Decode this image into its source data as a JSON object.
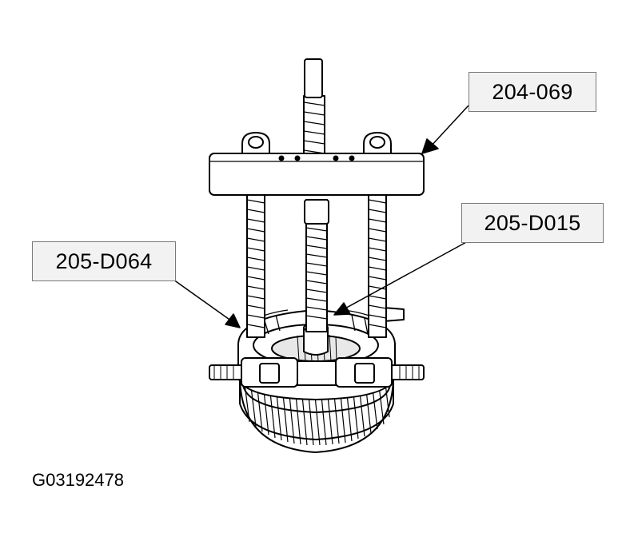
{
  "callouts": {
    "puller": "204-069",
    "adapter": "205-D015",
    "splitter": "205-D064"
  },
  "figure_id": "G03192478",
  "colors": {
    "line": "#000000",
    "fill": "#ffffff",
    "label_bg": "#f2f2f2",
    "label_border": "#7a7a7a"
  },
  "icons": [
    "arrow-icon"
  ]
}
